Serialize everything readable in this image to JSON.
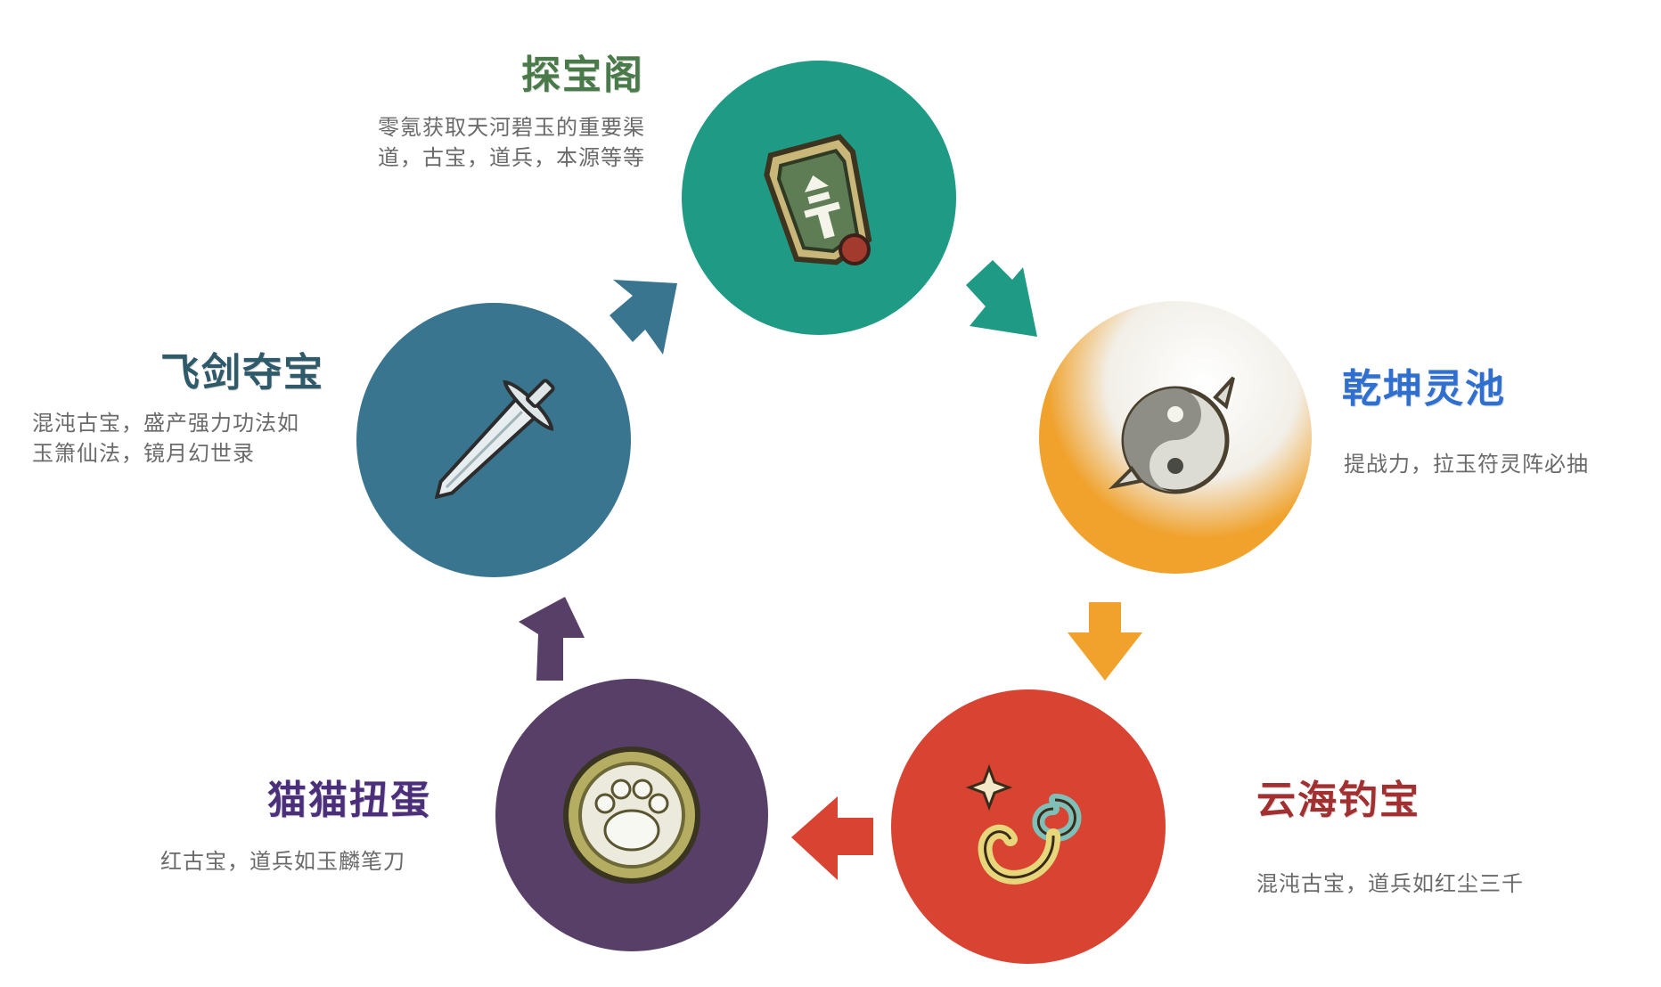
{
  "nodes": [
    {
      "key": "tanbaoge",
      "title": "探宝阁",
      "title_color": "#4a7a4a",
      "circle_color": "#1e9a85",
      "desc_lines": [
        "零氪获取天河碧玉的重要渠",
        "道，古宝，道兵，本源等等"
      ],
      "icon": "jade-token-icon"
    },
    {
      "key": "qiankun",
      "title": "乾坤灵池",
      "title_color": "#2f6fd0",
      "circle_color": "#f0a22c",
      "desc_lines": [
        "提战力，拉玉符灵阵必抽"
      ],
      "icon": "yin-yang-fish-icon"
    },
    {
      "key": "yunhai",
      "title": "云海钓宝",
      "title_color": "#a33030",
      "circle_color": "#d84332",
      "desc_lines": [
        "混沌古宝，道兵如红尘三千"
      ],
      "icon": "fishing-hook-icon"
    },
    {
      "key": "maomao",
      "title": "猫猫扭蛋",
      "title_color": "#4b2f7a",
      "circle_color": "#583f68",
      "desc_lines": [
        "红古宝，道兵如玉麟笔刀"
      ],
      "icon": "paw-coin-icon"
    },
    {
      "key": "feijian",
      "title": "飞剑夺宝",
      "title_color": "#2f5a6a",
      "circle_color": "#3a7590",
      "desc_lines": [
        "混沌古宝，盛产强力功法如",
        "玉箫仙法，镜月幻世录"
      ],
      "icon": "flying-sword-icon"
    }
  ],
  "arrows": [
    {
      "from": "tanbaoge",
      "to": "qiankun",
      "color": "#1e9a85"
    },
    {
      "from": "qiankun",
      "to": "yunhai",
      "color": "#f0a22c"
    },
    {
      "from": "yunhai",
      "to": "maomao",
      "color": "#d84332"
    },
    {
      "from": "maomao",
      "to": "feijian",
      "color": "#583f68"
    },
    {
      "from": "feijian",
      "to": "tanbaoge",
      "color": "#3a7590"
    }
  ]
}
